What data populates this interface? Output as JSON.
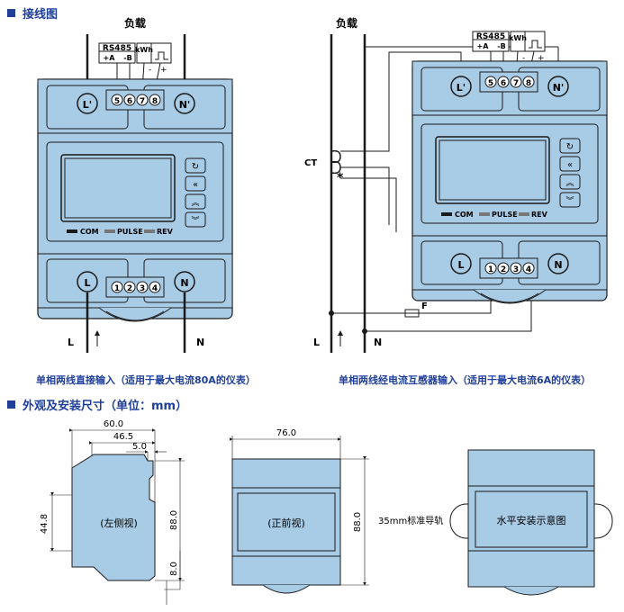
{
  "sections": {
    "wiring_title": "接线图",
    "dims_title": "外观及安装尺寸（单位：mm）"
  },
  "wiring_left": {
    "load": "负载",
    "rs485": "RS485",
    "pa": "+A",
    "mb": "-B",
    "kwh": "kWh",
    "minus": "-",
    "plus": "+",
    "top_terms": [
      "5",
      "6",
      "7",
      "8"
    ],
    "bottom_terms": [
      "1",
      "2",
      "3",
      "4"
    ],
    "Lp": "L'",
    "Np": "N'",
    "L": "L",
    "N": "N",
    "com": "COM",
    "pulse": "PULSE",
    "rev": "REV",
    "line_L": "L",
    "line_N": "N",
    "caption": "单相两线直接输入（适用于最大电流80A的仪表）"
  },
  "wiring_right": {
    "load": "负载",
    "rs485": "RS485",
    "pa": "+A",
    "mb": "-B",
    "kwh": "kWh",
    "minus": "-",
    "plus": "+",
    "top_terms": [
      "5",
      "6",
      "7",
      "8"
    ],
    "bottom_terms": [
      "1",
      "2",
      "3",
      "4"
    ],
    "Lp": "L'",
    "Np": "N'",
    "L": "L",
    "N": "N",
    "ct": "CT",
    "star": "*",
    "fuse": "F",
    "com": "COM",
    "pulse": "PULSE",
    "rev": "REV",
    "line_L": "L",
    "line_N": "N",
    "caption": "单相两线经电流互感器输入（适用于最大电流6A的仪表）"
  },
  "dims": {
    "side": {
      "label": "(左侧视)",
      "w_total": "60.0",
      "w_mid": "46.5",
      "w_small": "5.0",
      "h_left": "44.8",
      "h_right": "88.0",
      "h_bottom": "8.0"
    },
    "front": {
      "label": "(正前视)",
      "width": "76.0",
      "height": "88.0"
    },
    "rail": {
      "label": "35mm标准导轨",
      "diagram": "水平安装示意图"
    }
  },
  "colors": {
    "body": "#a8cbe6",
    "stroke": "#1a1a1a",
    "title_blue": "#1f3f9a"
  }
}
